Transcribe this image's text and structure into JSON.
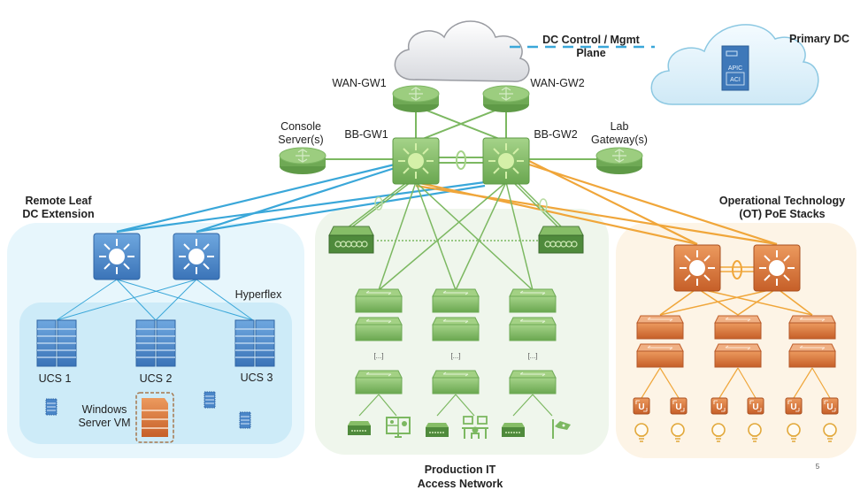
{
  "title": "Network topology: backbone, remote leaf, production IT access and OT PoE stacks",
  "colors": {
    "green": "#7cb861",
    "green_dark": "#4e7f3d",
    "blue_link": "#3aa7d9",
    "orange_link": "#f0a63a",
    "blue_device": "#4a86c8",
    "orange_device": "#d9733a",
    "dc_zone": "#e3f4fb",
    "it_zone": "#eef5ea",
    "ot_zone": "#fdf3e4"
  },
  "clouds": {
    "wan": {
      "label": ""
    },
    "primary_dc": {
      "label": "Primary DC",
      "apic_label": "APIC",
      "aci_label": "ACI"
    }
  },
  "control_plane": {
    "line1": "DC Control / Mgmt",
    "line2": "Plane"
  },
  "backbone": {
    "wan_gw1": "WAN-GW1",
    "wan_gw2": "WAN-GW2",
    "bb_gw1": "BB-GW1",
    "bb_gw2": "BB-GW2",
    "console_line1": "Console",
    "console_line2": "Server(s)",
    "lab_line1": "Lab",
    "lab_line2": "Gateway(s)"
  },
  "zones": {
    "remote_leaf": {
      "title_line1": "Remote Leaf",
      "title_line2": "DC Extension",
      "hyperflex": "Hyperflex",
      "ucs": [
        "UCS 1",
        "UCS 2",
        "UCS 3"
      ],
      "vm_line1": "Windows",
      "vm_line2": "Server VM"
    },
    "production_it": {
      "title_line1": "Production IT",
      "title_line2": "Access Network",
      "ellipsis": [
        "[...]",
        "[...]",
        "[...]"
      ],
      "endpoints": [
        "access-point",
        "video-conference",
        "access-point",
        "workstations",
        "access-point",
        "security-camera"
      ]
    },
    "ot": {
      "title_line1": "Operational Technology",
      "title_line2": "(OT) PoE Stacks",
      "endpoints": [
        "light-bulb",
        "light-bulb",
        "light-bulb",
        "light-bulb",
        "light-bulb",
        "light-bulb"
      ]
    }
  },
  "page_number": "5"
}
